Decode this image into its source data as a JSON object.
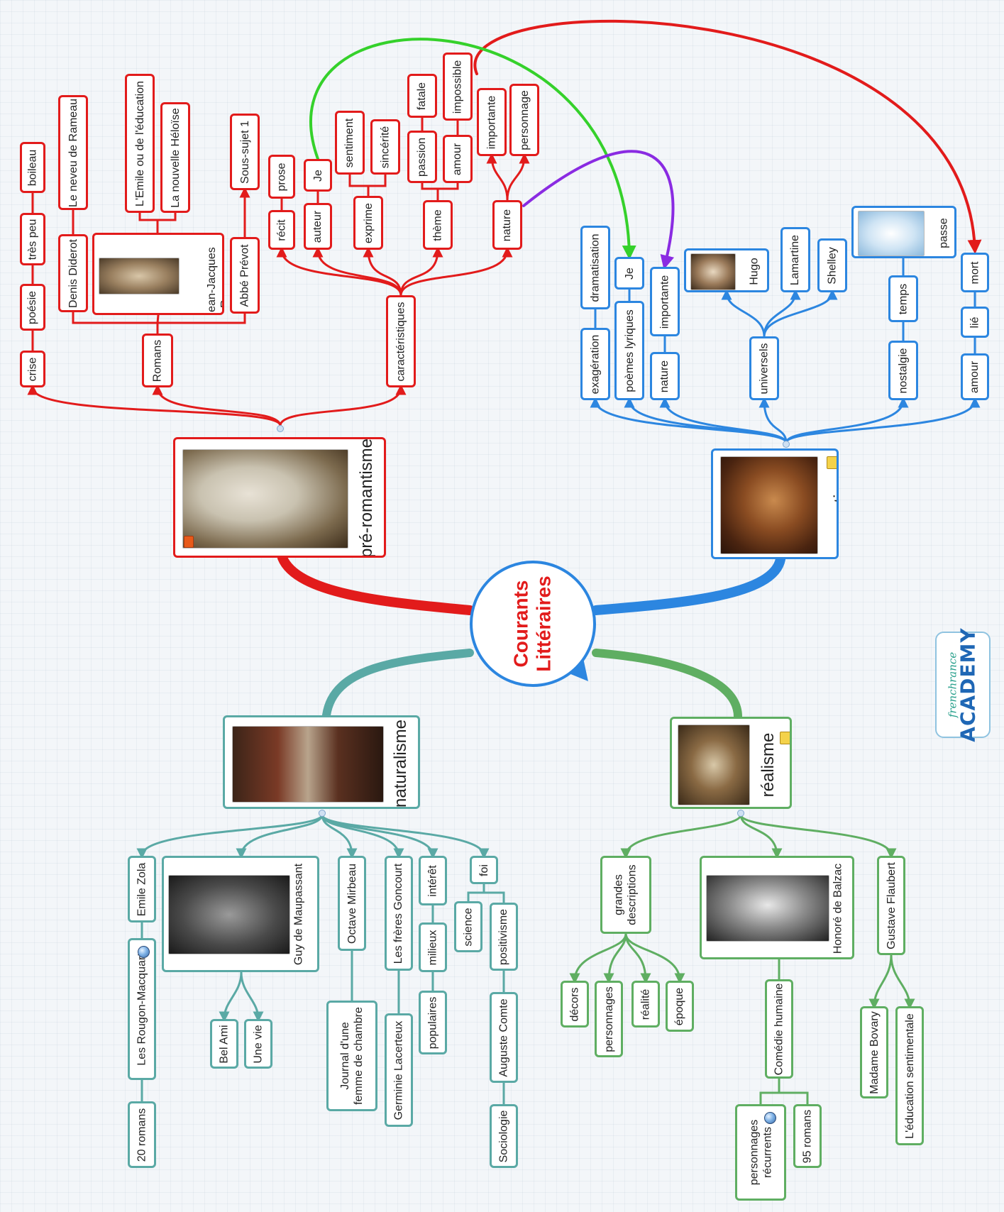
{
  "center": {
    "title": "Courants\nLittéraires"
  },
  "logo": {
    "line1": "frenchrance",
    "line2": "ACADEMY"
  },
  "preromantisme": {
    "label": "pré-romantisme",
    "crise": "crise",
    "poesie": "poésie",
    "tres_peu": "très peu",
    "boileau": "boileau",
    "romans": "Romans",
    "denis_diderot": "Denis Diderot",
    "neveu_rameau": "Le neveu de Rameau",
    "jean_jacques": "Jean-Jacques\nRousseau",
    "emile": "L'Emile ou de l'éducation",
    "heloise": "La nouvelle Héloïse",
    "abbe_prevot": "Abbé Prévot",
    "sous_sujet": "Sous-sujet 1",
    "caracteristiques": "caractéristiques",
    "recit": "récit",
    "prose": "prose",
    "auteur": "auteur",
    "je": "Je",
    "exprime": "exprime",
    "sentiment": "sentiment",
    "sincerite": "sincérité",
    "theme": "thème",
    "passion": "passion",
    "fatale": "fatale",
    "amour": "amour",
    "impossible": "impossible",
    "nature": "nature",
    "importante": "importante",
    "personnage": "personnage"
  },
  "romantisme": {
    "label": "romantisme",
    "exageration": "exagération",
    "dramatisation": "dramatisation",
    "poemes_lyriques": "poèmes lyriques",
    "je": "Je",
    "nature": "nature",
    "importante": "importante",
    "universels": "universels",
    "hugo": "Hugo",
    "lamartine": "Lamartine",
    "shelley": "Shelley",
    "nostalgie": "nostalgie",
    "temps": "temps",
    "passe": "passe",
    "amour": "amour",
    "lie": "lié",
    "mort": "mort"
  },
  "naturalisme": {
    "label": "naturalisme",
    "emile_zola": "Emile Zola",
    "rougon": "Les Rougon-Macquart",
    "vingt_romans": "20 romans",
    "maupassant": "Guy de Maupassant",
    "bel_ami": "Bel Ami",
    "une_vie": "Une vie",
    "mirbeau": "Octave Mirbeau",
    "journal": "Journal d'une\nfemme de chambre",
    "goncourt": "Les frères Goncourt",
    "germinie": "Germinie Lacerteux",
    "interet": "intérêt",
    "milieux": "milieux",
    "populaires": "populaires",
    "foi": "foi",
    "science": "science",
    "positivisme": "positivisme",
    "comte": "Auguste Comte",
    "sociologie": "Sociologie"
  },
  "realisme": {
    "label": "réalisme",
    "grandes": "grandes\ndescriptions",
    "decors": "décors",
    "personnages": "personnages",
    "realite": "réalité",
    "epoque": "époque",
    "balzac": "Honoré de Balzac",
    "comedie": "Comédie humaine",
    "recurrents": "personnages\nrécurrents",
    "romans95": "95 romans",
    "flaubert": "Gustave Flaubert",
    "bovary": "Madame Bovary",
    "education": "L'éducation sentimentale"
  },
  "colors": {
    "red": "#e21b1b",
    "blue": "#2c86e0",
    "teal": "#5aa9a5",
    "green": "#5fae62",
    "arrow_green": "#35d12b",
    "arrow_purple": "#8a2be2"
  }
}
